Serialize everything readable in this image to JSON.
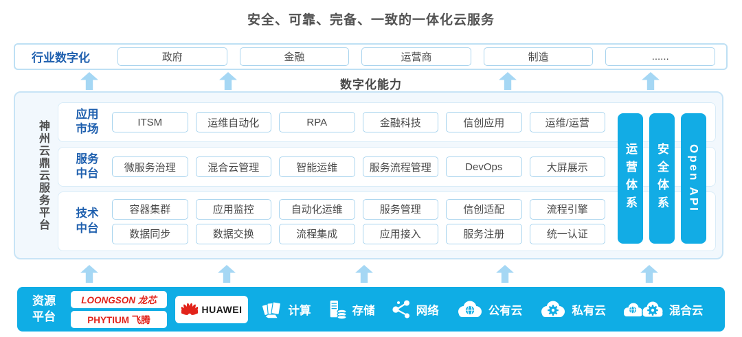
{
  "title": "安全、可靠、完备、一致的一体化云服务",
  "industry_row": {
    "label": "行业数字化",
    "items": [
      "政府",
      "金融",
      "运营商",
      "制造",
      "......"
    ]
  },
  "capability_label": "数字化能力",
  "platform": {
    "side_label": "神州云鼎云服务平台",
    "rows": [
      {
        "label": "应用市场",
        "items": [
          "ITSM",
          "运维自动化",
          "RPA",
          "金融科技",
          "信创应用",
          "运维/运营"
        ]
      },
      {
        "label": "服务中台",
        "items": [
          "微服务治理",
          "混合云管理",
          "智能运维",
          "服务流程管理",
          "DevOps",
          "大屏展示"
        ]
      },
      {
        "label": "技术中台",
        "items_top": [
          "容器集群",
          "应用监控",
          "自动化运维",
          "服务管理",
          "信创适配",
          "流程引擎"
        ],
        "items_bottom": [
          "数据同步",
          "数据交换",
          "流程集成",
          "应用接入",
          "服务注册",
          "统一认证"
        ]
      }
    ],
    "pillars": [
      {
        "label": "运营体系"
      },
      {
        "label": "安全体系"
      },
      {
        "label": "Open API"
      }
    ]
  },
  "resource_platform": {
    "label": "资源平台",
    "vendors": [
      {
        "name": "LOONGSON 龙芯"
      },
      {
        "name": "PHYTIUM 飞腾"
      },
      {
        "name": "HUAWEI"
      }
    ],
    "resources": [
      {
        "name": "计算",
        "icon": "compute-icon"
      },
      {
        "name": "存储",
        "icon": "storage-icon"
      },
      {
        "name": "网络",
        "icon": "network-icon"
      },
      {
        "name": "公有云",
        "icon": "public-cloud-icon"
      },
      {
        "name": "私有云",
        "icon": "private-cloud-icon"
      },
      {
        "name": "混合云",
        "icon": "hybrid-cloud-icon"
      }
    ]
  },
  "colors": {
    "accent_blue": "#0FADE5",
    "pillar_blue": "#12ACE5",
    "arrow_light_blue": "#A5D7F4",
    "label_blue": "#1E5FAE",
    "box_border_blue": "#A9D4EE",
    "container_border_blue": "#C8E4F6",
    "vendor_red": "#E2231A",
    "title_gray": "#525252"
  }
}
